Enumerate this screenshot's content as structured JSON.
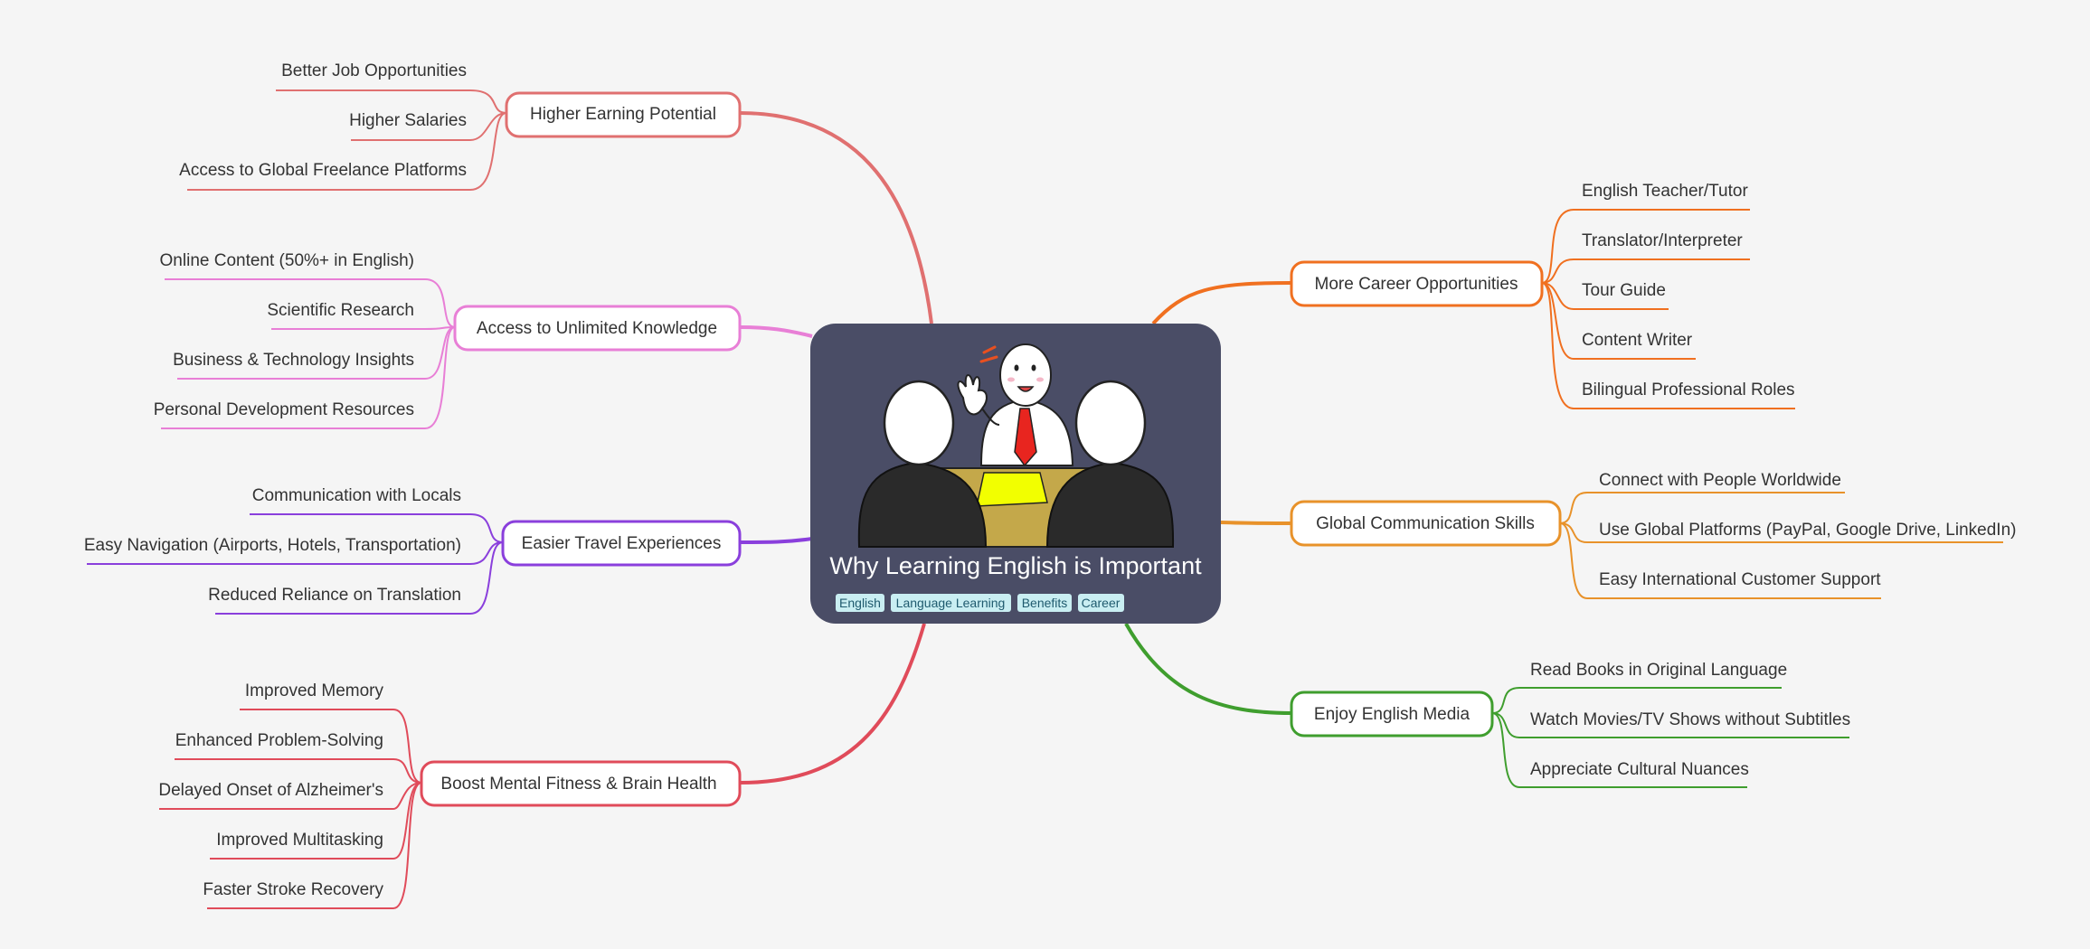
{
  "central": {
    "title": "Why Learning English is Important",
    "tags": [
      "English",
      "Language Learning",
      "Benefits",
      "Career"
    ],
    "background": "#4a4d66",
    "tag_background": "#c9eef2"
  },
  "branches": [
    {
      "id": "higher-earning-potential",
      "label": "Higher Earning Potential",
      "color": "#e07070",
      "leaves": [
        "Better Job Opportunities",
        "Higher Salaries",
        "Access to Global Freelance Platforms"
      ]
    },
    {
      "id": "access-to-unlimited-knowledge",
      "label": "Access to Unlimited Knowledge",
      "color": "#e87fd6",
      "leaves": [
        "Online Content (50%+ in English)",
        "Scientific Research",
        "Business & Technology Insights",
        "Personal Development Resources"
      ]
    },
    {
      "id": "easier-travel-experiences",
      "label": "Easier Travel Experiences",
      "color": "#8a3fdc",
      "leaves": [
        "Communication with Locals",
        "Easy Navigation (Airports, Hotels, Transportation)",
        "Reduced Reliance on Translation"
      ]
    },
    {
      "id": "boost-mental-fitness",
      "label": "Boost Mental Fitness & Brain Health",
      "color": "#e04b5a",
      "leaves": [
        "Improved Memory",
        "Enhanced Problem-Solving",
        "Delayed Onset of Alzheimer's",
        "Improved Multitasking",
        "Faster Stroke Recovery"
      ]
    },
    {
      "id": "more-career-opportunities",
      "label": "More Career Opportunities",
      "color": "#f07020",
      "leaves": [
        "English Teacher/Tutor",
        "Translator/Interpreter",
        "Tour Guide",
        "Content Writer",
        "Bilingual Professional Roles"
      ]
    },
    {
      "id": "global-communication-skills",
      "label": "Global Communication Skills",
      "color": "#e8922a",
      "leaves": [
        "Connect with People Worldwide",
        "Use Global Platforms (PayPal, Google Drive, LinkedIn)",
        "Easy International Customer Support"
      ]
    },
    {
      "id": "enjoy-english-media",
      "label": "Enjoy English Media",
      "color": "#3f9e2e",
      "leaves": [
        "Read Books in Original Language",
        "Watch Movies/TV Shows without Subtitles",
        "Appreciate Cultural Nuances"
      ]
    }
  ]
}
